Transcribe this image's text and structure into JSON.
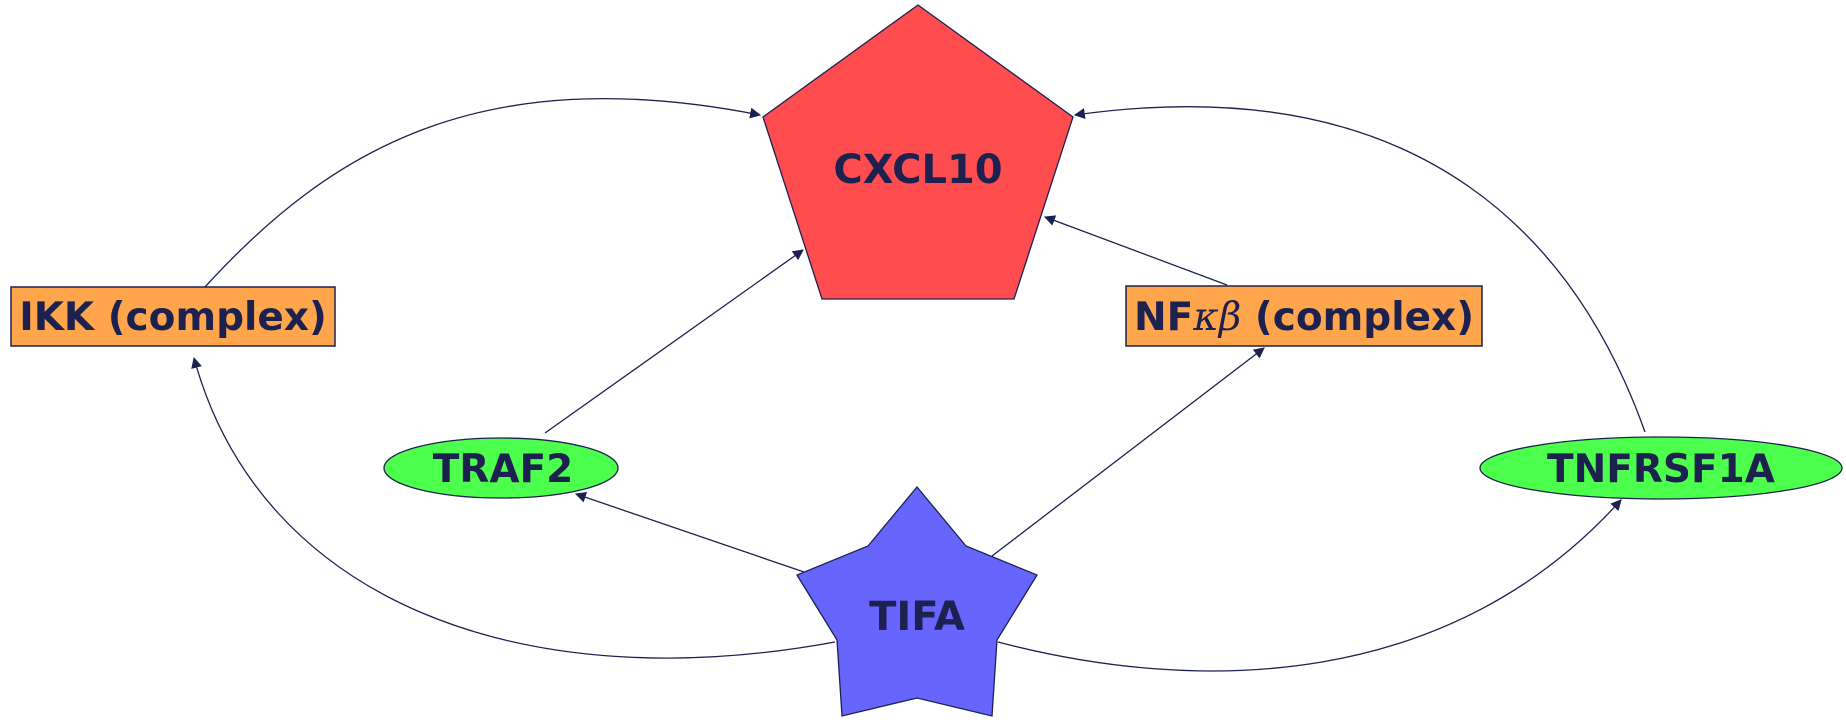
{
  "nodes": {
    "cxcl10": {
      "label": "CXCL10",
      "shape": "pentagon",
      "fill": "#ff4d4f"
    },
    "ikk": {
      "label": "IKK (complex)",
      "shape": "rectangle",
      "fill": "#ffa64d"
    },
    "nfkb": {
      "label_prefix": "NF",
      "label_greek": "κβ",
      "label_suffix": " (complex)",
      "shape": "rectangle",
      "fill": "#ffa64d"
    },
    "traf2": {
      "label": "TRAF2",
      "shape": "ellipse",
      "fill": "#4dff4d"
    },
    "tnfrsf1a": {
      "label": "TNFRSF1A",
      "shape": "ellipse",
      "fill": "#4dff4d"
    },
    "tifa": {
      "label": "TIFA",
      "shape": "star",
      "fill": "#6666ff"
    }
  },
  "edges": [
    {
      "from": "IKK (complex)",
      "to": "CXCL10"
    },
    {
      "from": "TRAF2",
      "to": "CXCL10"
    },
    {
      "from": "NFκβ (complex)",
      "to": "CXCL10"
    },
    {
      "from": "TNFRSF1A",
      "to": "CXCL10"
    },
    {
      "from": "TIFA",
      "to": "TRAF2"
    },
    {
      "from": "TIFA",
      "to": "NFκβ (complex)"
    },
    {
      "from": "TIFA",
      "to": "IKK (complex)"
    },
    {
      "from": "TIFA",
      "to": "TNFRSF1A"
    }
  ],
  "colors": {
    "edge": "#1c2150",
    "text": "#1c2150",
    "border": "#1c2150"
  }
}
